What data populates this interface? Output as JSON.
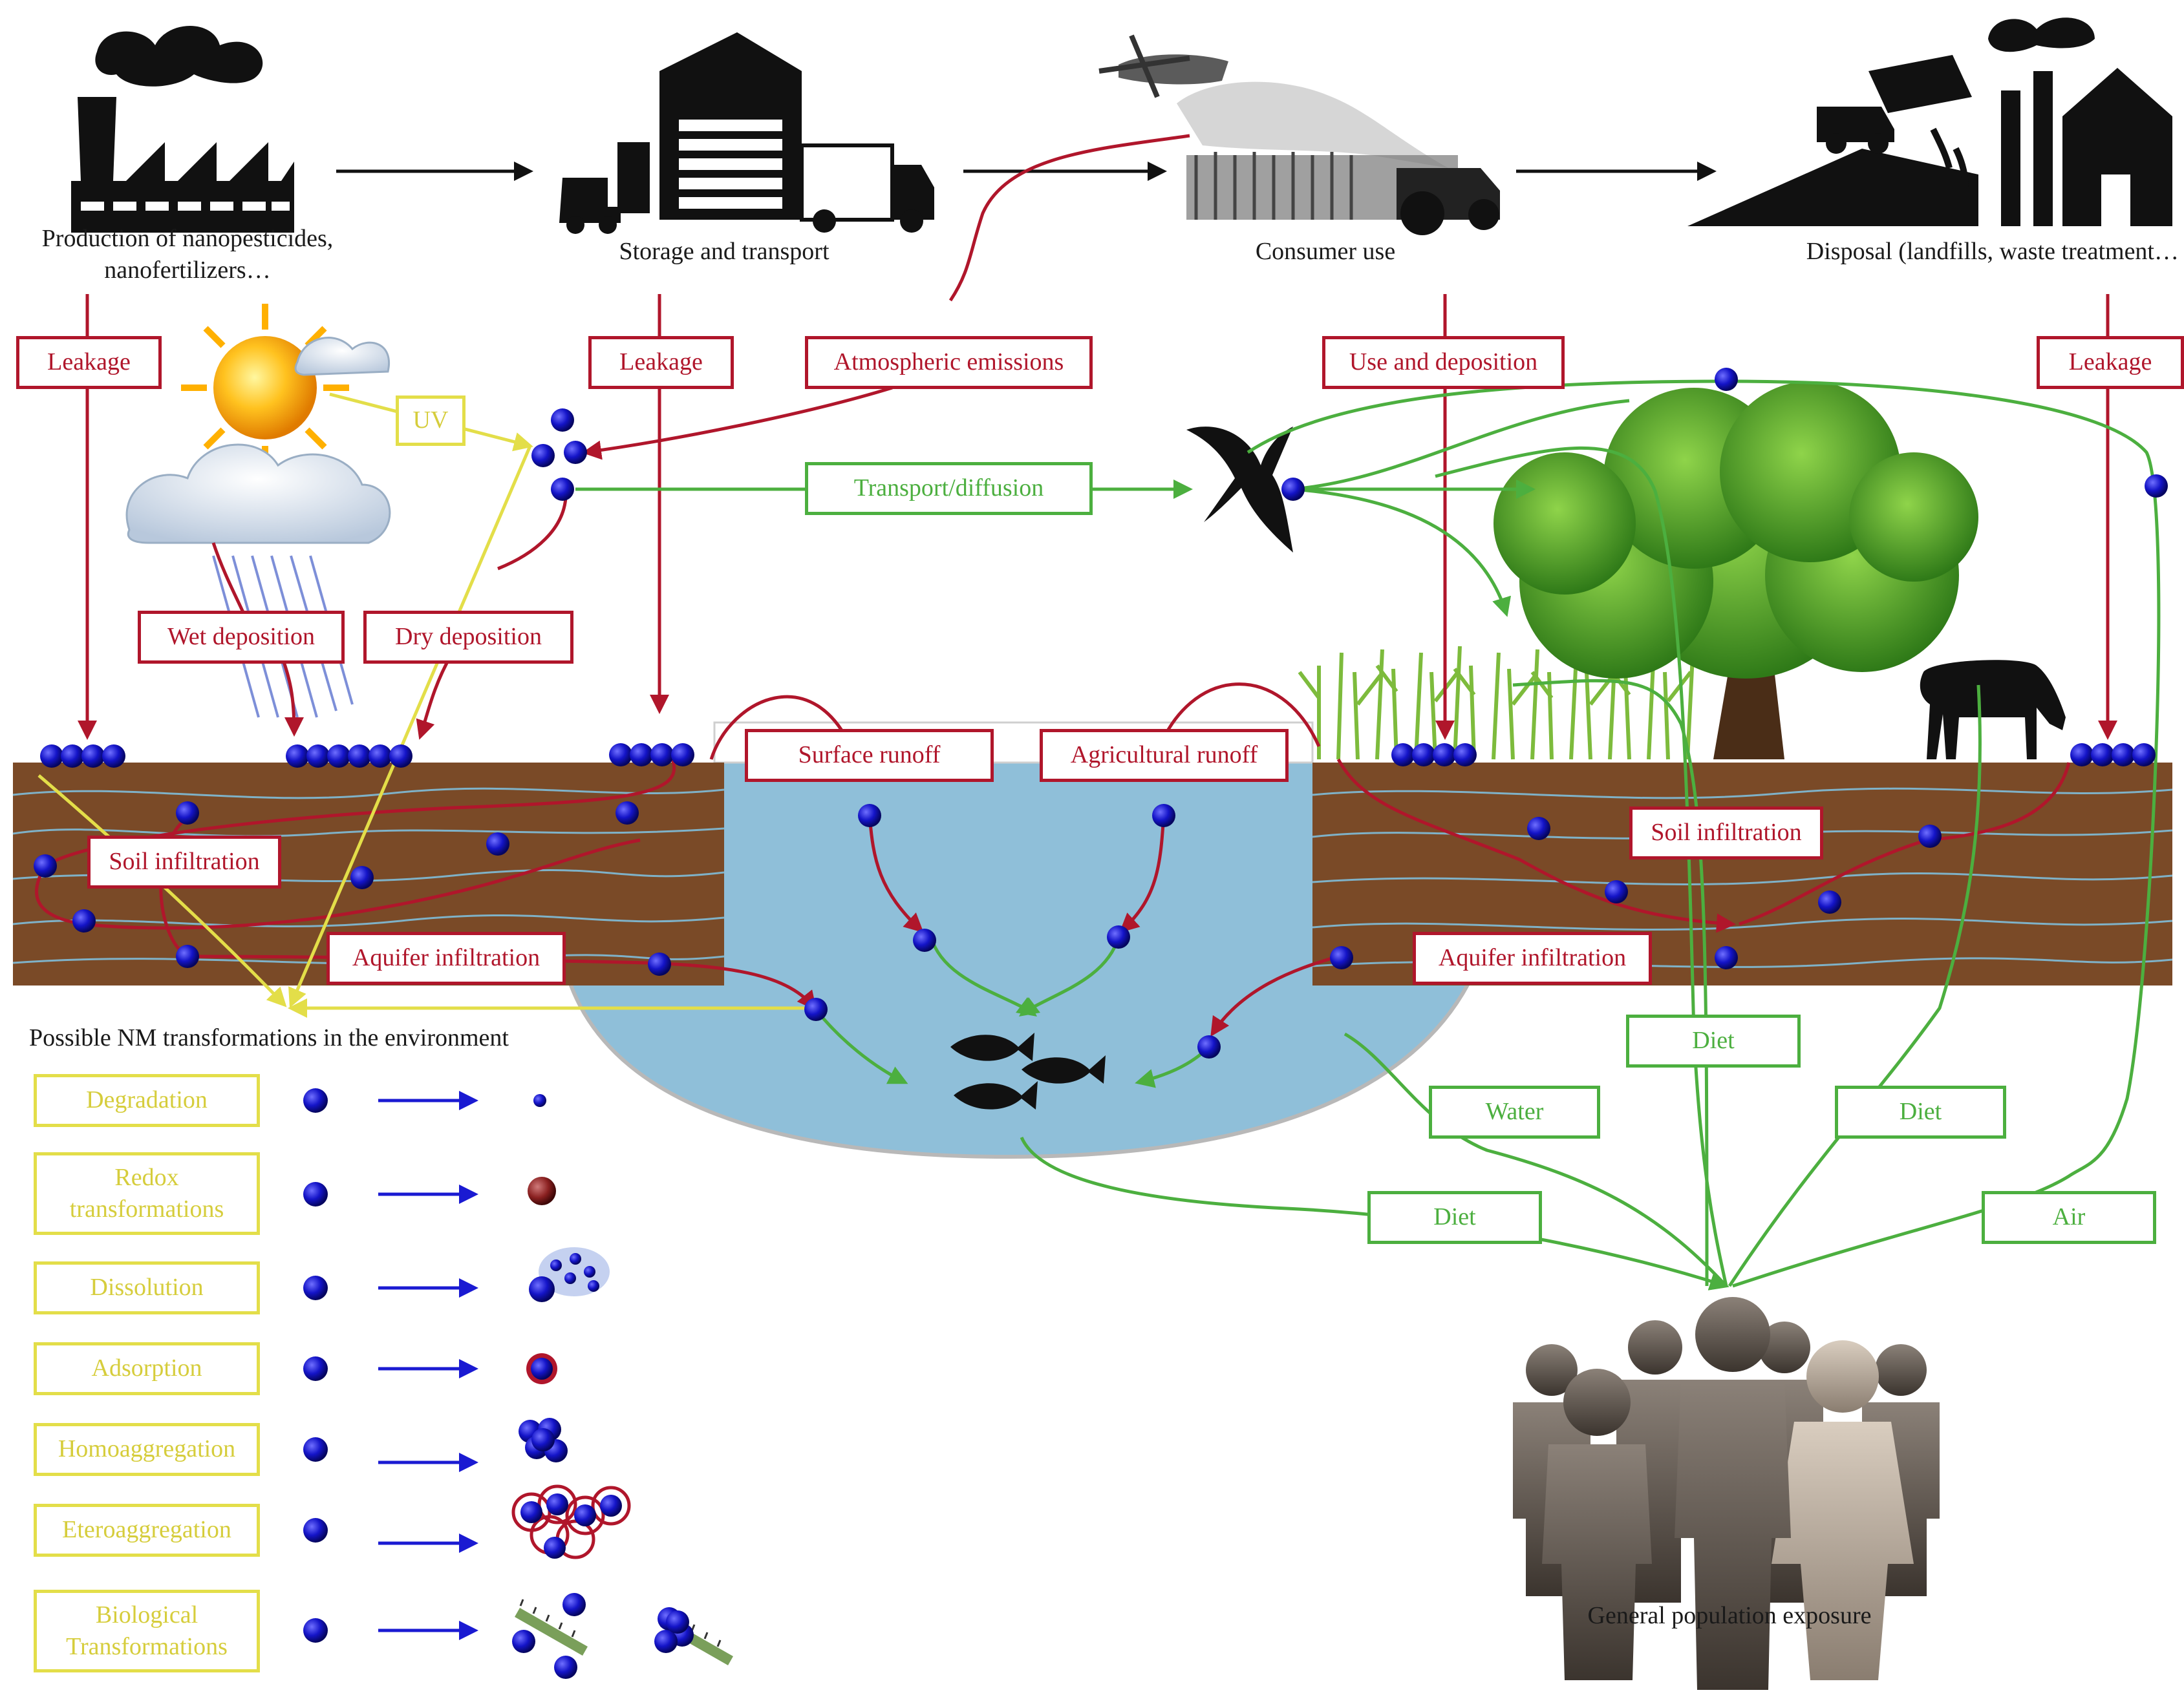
{
  "stages": {
    "production": "Production of nanopesticides,\nnanofertilizers…",
    "storage": "Storage and transport",
    "consumer": "Consumer use",
    "disposal": "Disposal (landfills, waste treatment…"
  },
  "red_labels": {
    "leakage_left": "Leakage",
    "leakage_mid": "Leakage",
    "atmospheric": "Atmospheric emissions",
    "use_deposition": "Use and deposition",
    "leakage_right": "Leakage",
    "wet_deposition": "Wet deposition",
    "dry_deposition": "Dry deposition",
    "surface_runoff": "Surface runoff",
    "agricultural_runoff": "Agricultural runoff",
    "soil_infiltration_left": "Soil infiltration",
    "soil_infiltration_right": "Soil infiltration",
    "aquifer_left": "Aquifer infiltration",
    "aquifer_right": "Aquifer infiltration"
  },
  "green_labels": {
    "transport": "Transport/diffusion",
    "diet_top": "Diet",
    "water": "Water",
    "diet_mid": "Diet",
    "diet_low": "Diet",
    "air": "Air"
  },
  "uv_label": "UV",
  "transformations": {
    "title": "Possible NM transformations in the environment",
    "items": [
      "Degradation",
      "Redox\ntransformations",
      "Dissolution",
      "Adsorption",
      "Homoaggregation",
      "Eteroaggregation",
      "Biological\nTransformations"
    ]
  },
  "exposure_label": "General population exposure",
  "colors": {
    "red": "#b0162b",
    "green": "#4caf3f",
    "yellow": "#e3de49",
    "particle": "#1414c8",
    "soil": "#7a4a27",
    "water": "#8fbfd9"
  }
}
